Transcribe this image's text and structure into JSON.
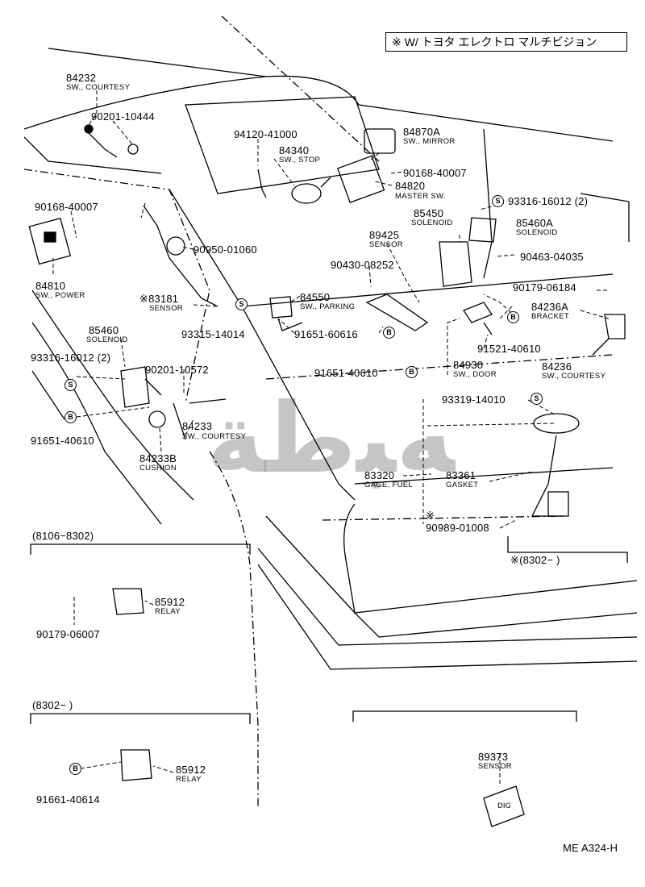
{
  "header": {
    "note": "※ W/ トヨタ エレクトロ マルチビジョン"
  },
  "footer": {
    "code": "ME A324-H"
  },
  "watermark": {
    "text": "ﻪﺒﻃﺔ"
  },
  "circle_marks": {
    "s": "S",
    "b": "B"
  },
  "parts": {
    "p84232": {
      "num": "84232",
      "name": "SW., COURTESY"
    },
    "p90201a": {
      "num": "90201-10444"
    },
    "p94120": {
      "num": "94120-41000"
    },
    "p84340": {
      "num": "84340",
      "name": "SW., STOP"
    },
    "p84870A": {
      "num": "84870A",
      "name": "SW., MIRROR"
    },
    "p90168b": {
      "num": "90168-40007"
    },
    "p84820": {
      "num": "84820",
      "name": "MASTER SW."
    },
    "p93316b": {
      "num": "93316-16012 (2)"
    },
    "p90168a": {
      "num": "90168-40007"
    },
    "p85460A": {
      "num": "85460A",
      "name": "SOLENOID"
    },
    "p85450": {
      "num": "85450",
      "name": "SOLENOID"
    },
    "p89425": {
      "num": "89425",
      "name": "SENSOR"
    },
    "p90950": {
      "num": "90950-01060"
    },
    "p90430": {
      "num": "90430-08252"
    },
    "p90463": {
      "num": "90463-04035"
    },
    "p84810": {
      "num": "84810",
      "name": "SW., POWER"
    },
    "p83181": {
      "num": "※83181",
      "name": "SENSOR"
    },
    "p84550": {
      "num": "84550",
      "name": "SW., PARKING"
    },
    "p90179b": {
      "num": "90179-06184"
    },
    "p84236A": {
      "num": "84236A",
      "name": "BRACKET"
    },
    "p85460": {
      "num": "85460",
      "name": "SOLENOID"
    },
    "p93315": {
      "num": "93315-14014"
    },
    "p91651b": {
      "num": "91651-60616"
    },
    "p91521": {
      "num": "91521-40610"
    },
    "p93316a": {
      "num": "93316-16012 (2)"
    },
    "p84930": {
      "num": "84930",
      "name": "SW., DOOR"
    },
    "p84236": {
      "num": "84236",
      "name": "SW., COURTESY"
    },
    "p90201b": {
      "num": "90201-10572"
    },
    "p91651c": {
      "num": "91651-40610"
    },
    "p93319": {
      "num": "93319-14010"
    },
    "p84233": {
      "num": "84233",
      "name": "SW., COURTESY"
    },
    "p91651a": {
      "num": "91651-40610"
    },
    "p84233B": {
      "num": "84233B",
      "name": "CUSHION"
    },
    "p83320": {
      "num": "83320",
      "name": "GAGE, FUEL"
    },
    "p83361": {
      "num": "83361",
      "name": "GASKET"
    },
    "p90989": {
      "num": "90989-01008"
    },
    "p85912a": {
      "num": "85912",
      "name": "RELAY"
    },
    "p90179a": {
      "num": "90179-06007"
    },
    "p85912b": {
      "num": "85912",
      "name": "RELAY"
    },
    "p91661": {
      "num": "91661-40614"
    },
    "p89373": {
      "num": "89373",
      "name": "SENSOR"
    }
  },
  "ranges": {
    "r1": "(8106−8302)",
    "r2": "(8302−          )",
    "r3": "※(8302−          )",
    "star": "※"
  }
}
